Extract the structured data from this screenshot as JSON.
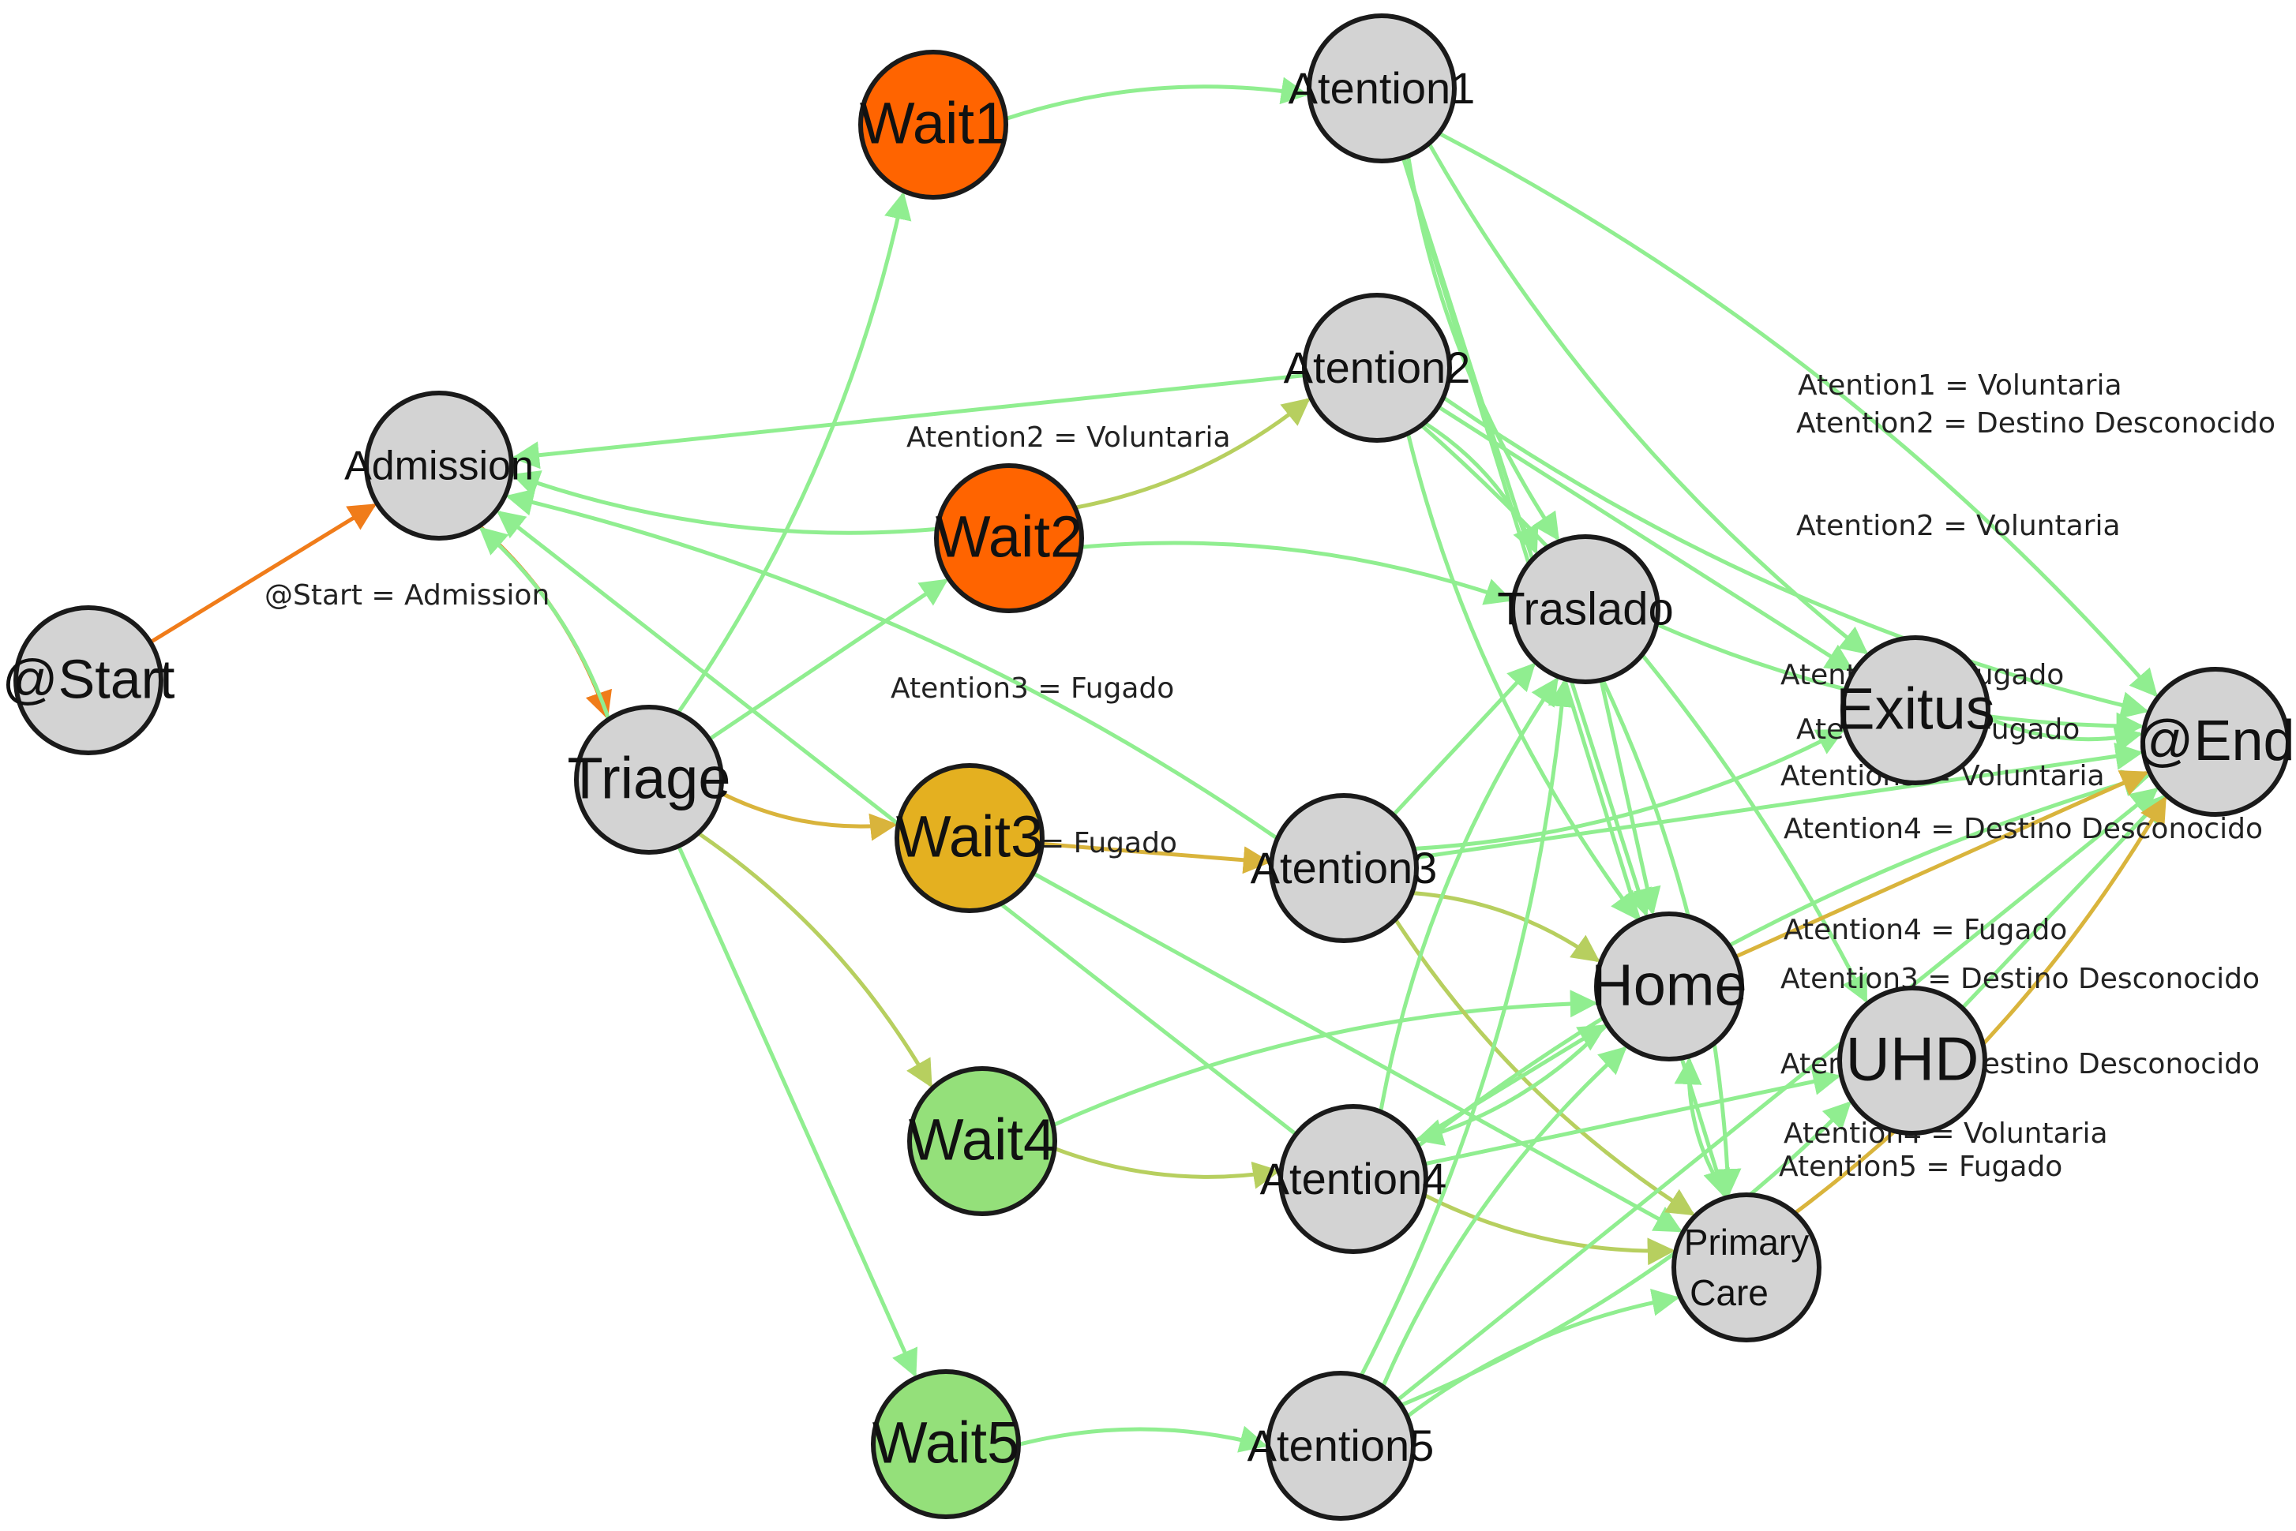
{
  "colors": {
    "green_edge": "#90ee90",
    "orange_edge": "#f07c1a",
    "gold_edge": "#d9b43c",
    "olive_edge": "#b7cf5f",
    "node_gray": "#d3d3d3",
    "node_orange": "#ff6400",
    "node_gold": "#e4b020",
    "node_green": "#94e07a",
    "node_stroke": "#1a1a1a"
  },
  "nodes": [
    {
      "id": "start",
      "label": "@Start",
      "fill": "gray"
    },
    {
      "id": "admission",
      "label": "Admission",
      "fill": "gray"
    },
    {
      "id": "triage",
      "label": "Triage",
      "fill": "gray"
    },
    {
      "id": "wait1",
      "label": "Wait1",
      "fill": "orange"
    },
    {
      "id": "wait2",
      "label": "Wait2",
      "fill": "orange"
    },
    {
      "id": "wait3",
      "label": "Wait3",
      "fill": "gold"
    },
    {
      "id": "wait4",
      "label": "Wait4",
      "fill": "green"
    },
    {
      "id": "wait5",
      "label": "Wait5",
      "fill": "green"
    },
    {
      "id": "atention1",
      "label": "Atention1",
      "fill": "gray"
    },
    {
      "id": "atention2",
      "label": "Atention2",
      "fill": "gray"
    },
    {
      "id": "atention3",
      "label": "Atention3",
      "fill": "gray"
    },
    {
      "id": "atention4",
      "label": "Atention4",
      "fill": "gray"
    },
    {
      "id": "atention5",
      "label": "Atention5",
      "fill": "gray"
    },
    {
      "id": "traslado",
      "label": "Traslado",
      "fill": "gray"
    },
    {
      "id": "home",
      "label": "Home",
      "fill": "gray"
    },
    {
      "id": "exitus",
      "label": "Exitus",
      "fill": "gray"
    },
    {
      "id": "uhd",
      "label": "UHD",
      "fill": "gray"
    },
    {
      "id": "primarycare",
      "label": "Primary",
      "label2": "Care",
      "fill": "gray"
    },
    {
      "id": "end",
      "label": "@End",
      "fill": "gray"
    }
  ],
  "edges": [
    {
      "from": "start",
      "to": "admission",
      "color": "orange"
    },
    {
      "from": "admission",
      "to": "triage",
      "color": "orange"
    },
    {
      "from": "triage",
      "to": "wait1",
      "color": "green"
    },
    {
      "from": "triage",
      "to": "wait2",
      "color": "green"
    },
    {
      "from": "triage",
      "to": "wait3",
      "color": "gold"
    },
    {
      "from": "triage",
      "to": "wait4",
      "color": "olive"
    },
    {
      "from": "triage",
      "to": "wait5",
      "color": "green"
    },
    {
      "from": "wait1",
      "to": "atention1",
      "color": "green"
    },
    {
      "from": "wait2",
      "to": "atention2",
      "color": "olive"
    },
    {
      "from": "wait3",
      "to": "atention3",
      "color": "gold"
    },
    {
      "from": "wait4",
      "to": "atention4",
      "color": "olive"
    },
    {
      "from": "wait5",
      "to": "atention5",
      "color": "green"
    },
    {
      "from": "atention2",
      "to": "admission",
      "color": "green"
    },
    {
      "from": "wait2",
      "to": "admission",
      "color": "green"
    },
    {
      "from": "atention3",
      "to": "admission",
      "color": "green"
    },
    {
      "from": "atention4",
      "to": "admission",
      "color": "green"
    },
    {
      "from": "triage",
      "to": "admission",
      "color": "green"
    },
    {
      "from": "wait2",
      "to": "traslado",
      "color": "green"
    },
    {
      "from": "wait3",
      "to": "primarycare",
      "color": "green"
    },
    {
      "from": "wait4",
      "to": "home",
      "color": "green"
    },
    {
      "from": "atention1",
      "to": "traslado",
      "color": "green"
    },
    {
      "from": "atention1",
      "to": "home",
      "color": "green"
    },
    {
      "from": "atention1",
      "to": "exitus",
      "color": "green"
    },
    {
      "from": "atention1",
      "to": "end",
      "color": "green"
    },
    {
      "from": "atention1",
      "to": "primarycare",
      "color": "green"
    },
    {
      "from": "atention2",
      "to": "traslado",
      "color": "green"
    },
    {
      "from": "atention2",
      "to": "home",
      "color": "green"
    },
    {
      "from": "atention2",
      "to": "exitus",
      "color": "green"
    },
    {
      "from": "atention2",
      "to": "end",
      "color": "green"
    },
    {
      "from": "atention2",
      "to": "uhd",
      "color": "green"
    },
    {
      "from": "atention3",
      "to": "traslado",
      "color": "green"
    },
    {
      "from": "atention3",
      "to": "home",
      "color": "olive"
    },
    {
      "from": "atention3",
      "to": "exitus",
      "color": "green"
    },
    {
      "from": "atention3",
      "to": "end",
      "color": "green"
    },
    {
      "from": "atention3",
      "to": "primarycare",
      "color": "olive"
    },
    {
      "from": "atention4",
      "to": "traslado",
      "color": "green"
    },
    {
      "from": "atention4",
      "to": "home",
      "color": "green"
    },
    {
      "from": "atention4",
      "to": "end",
      "color": "green"
    },
    {
      "from": "atention4",
      "to": "primarycare",
      "color": "olive"
    },
    {
      "from": "atention4",
      "to": "uhd",
      "color": "green"
    },
    {
      "from": "atention5",
      "to": "traslado",
      "color": "green"
    },
    {
      "from": "atention5",
      "to": "home",
      "color": "green"
    },
    {
      "from": "atention5",
      "to": "end",
      "color": "green"
    },
    {
      "from": "atention5",
      "to": "primarycare",
      "color": "green"
    },
    {
      "from": "atention5",
      "to": "uhd",
      "color": "green"
    },
    {
      "from": "traslado",
      "to": "home",
      "color": "green"
    },
    {
      "from": "traslado",
      "to": "end",
      "color": "green"
    },
    {
      "from": "traslado",
      "to": "primarycare",
      "color": "green"
    },
    {
      "from": "home",
      "to": "end",
      "color": "gold"
    },
    {
      "from": "home",
      "to": "atention4",
      "color": "green"
    },
    {
      "from": "exitus",
      "to": "end",
      "color": "green"
    },
    {
      "from": "uhd",
      "to": "end",
      "color": "green"
    },
    {
      "from": "primarycare",
      "to": "end",
      "color": "gold"
    },
    {
      "from": "primarycare",
      "to": "home",
      "color": "green"
    }
  ],
  "edge_labels": [
    "@Start = Admission",
    "Atention2 = Voluntaria",
    "Atention3 = Fugado",
    "= Fugado",
    "Atention1 = Voluntaria",
    "Atention2 = Destino Desconocido",
    "Atention2 = Voluntaria",
    "Atention1 = Fugado",
    "Atention2 = Fugado",
    "Atention3 = Voluntaria",
    "Atention4 = Destino Desconocido",
    "Atention4 = Fugado",
    "Atention3 = Destino Desconocido",
    "Atention1 = Destino Desconocido",
    "Atention4 = Voluntaria",
    "Atention5 = Fugado"
  ]
}
